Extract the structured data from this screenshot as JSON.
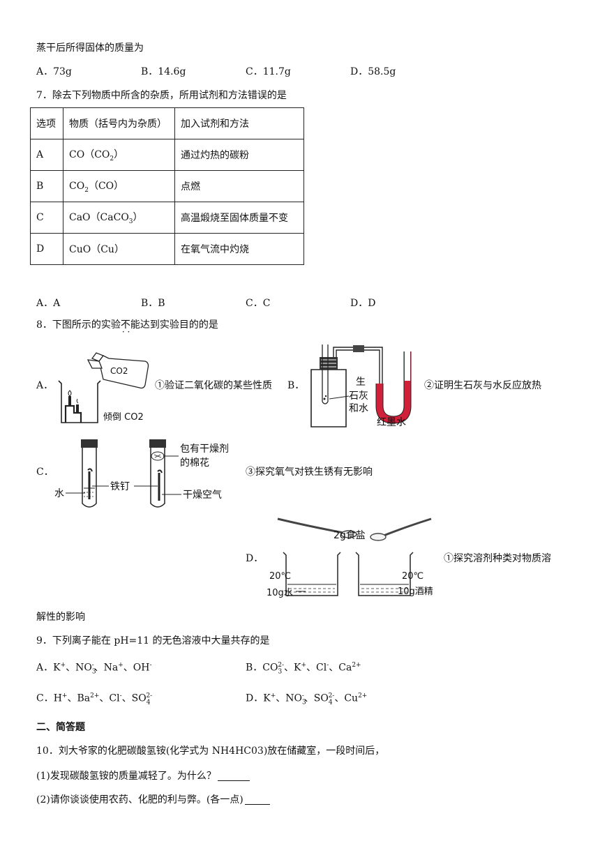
{
  "q6": {
    "stem_tail": "蒸干后所得固体的质量为",
    "options": [
      "A．73g",
      "B．14.6g",
      "C．11.7g",
      "D．58.5g"
    ]
  },
  "q7": {
    "stem": "7．除去下列物质中所含的杂质，所用试剂和方法错误的是",
    "headers": [
      "选项",
      "物质（括号内为杂质）",
      "加入试剂和方法"
    ],
    "rows": [
      {
        "opt": "A",
        "sub_main": "CO",
        "sub_imp": "CO",
        "sub_imp_idx": "2",
        "method": "通过灼热的碳粉"
      },
      {
        "opt": "B",
        "sub_main": "CO",
        "sub_main_idx": "2",
        "sub_imp": "CO",
        "method": "点燃"
      },
      {
        "opt": "C",
        "sub_main": "CaO",
        "sub_imp": "CaCO",
        "sub_imp_idx": "3",
        "method": "高温煅烧至固体质量不变"
      },
      {
        "opt": "D",
        "sub_main": "CuO",
        "sub_imp": "Cu",
        "method": "在氧气流中灼烧"
      }
    ],
    "options": [
      "A．A",
      "B．B",
      "C．C",
      "D．D"
    ]
  },
  "q8": {
    "stem_pre": "8．下图所示的实验",
    "stem_em": "不能",
    "stem_post": "达到实验目的的是",
    "a": {
      "letter": "A．",
      "bottle_label": "CO2",
      "caption": "倾倒 CO2",
      "desc": "①验证二氧化碳的某些性质"
    },
    "b": {
      "letter": "B．",
      "label_sheng": "生",
      "label_shihui": "石灰",
      "label_heshui": "和水",
      "label_hongmo": "红墨水",
      "desc": "②证明生石灰与水反应放热"
    },
    "c": {
      "letter": "C．",
      "label_cotton1": "包有干燥剂",
      "label_cotton2": "的棉花",
      "label_water": "水",
      "label_nail": "铁钉",
      "label_air": "干燥空气",
      "desc": "③探究氧气对铁生锈有无影响"
    },
    "d": {
      "letter": "D．",
      "label_salt": "2g食盐",
      "temp_left": "20℃",
      "solvent_left": "10g水",
      "temp_right": "20℃",
      "solvent_right": "10g酒精",
      "desc": "①探究溶剂种类对物质溶",
      "desc_tail": "解性的影响"
    }
  },
  "q9": {
    "stem": "9．下列离子能在 pH=11 的无色溶液中大量共存的是"
  },
  "section2": "二、简答题",
  "q10": {
    "stem": "10．刘大爷家的化肥碳酸氢铵(化学式为 NH4HC03)放在储藏室，一段时间后，",
    "sub1": "(1)发现碳酸氢铵的质量减轻了。为什么？",
    "sub2": "(2)请你谈谈使用农药、化肥的利与弊。(各一点)"
  },
  "colors": {
    "text": "#111111",
    "red": "#d0203a",
    "line": "#222222"
  }
}
